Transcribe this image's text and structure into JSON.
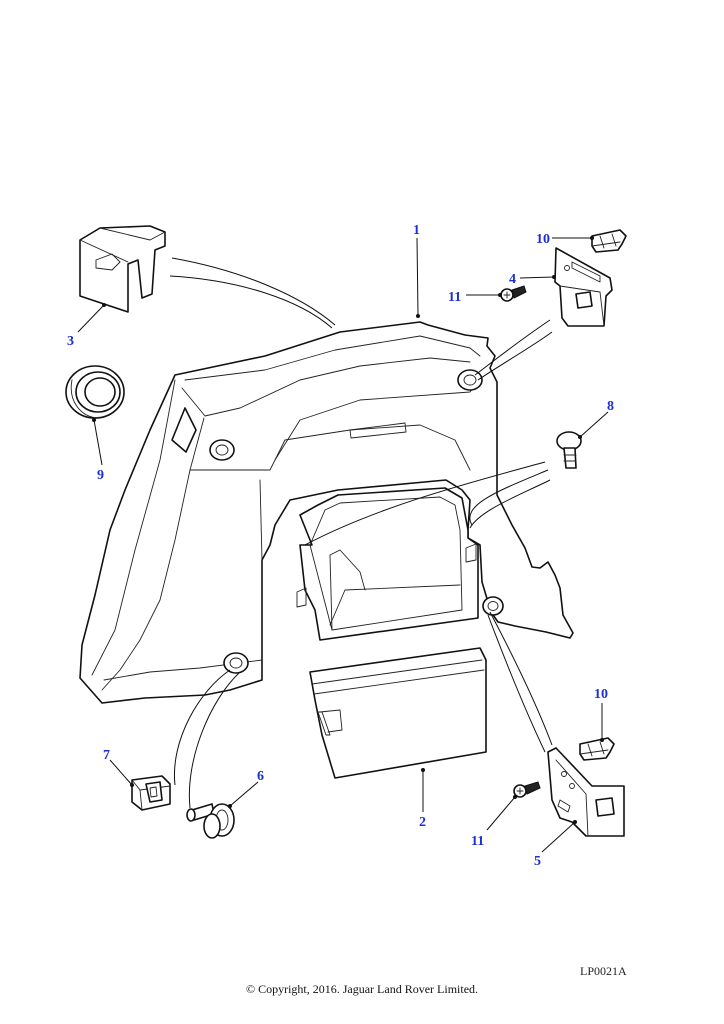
{
  "diagram_code": "LP0021A",
  "copyright": "© Copyright, 2016. Jaguar Land Rover Limited.",
  "callouts": [
    {
      "id": "1",
      "label": "1"
    },
    {
      "id": "2",
      "label": "2"
    },
    {
      "id": "3",
      "label": "3"
    },
    {
      "id": "4",
      "label": "4"
    },
    {
      "id": "5",
      "label": "5"
    },
    {
      "id": "6",
      "label": "6"
    },
    {
      "id": "7",
      "label": "7"
    },
    {
      "id": "8",
      "label": "8"
    },
    {
      "id": "9",
      "label": "9"
    },
    {
      "id": "10a",
      "label": "10"
    },
    {
      "id": "10b",
      "label": "10"
    },
    {
      "id": "11a",
      "label": "11"
    },
    {
      "id": "11b",
      "label": "11"
    }
  ],
  "colors": {
    "callout": "#1c2fd0",
    "line": "#111111",
    "background": "#ffffff"
  }
}
